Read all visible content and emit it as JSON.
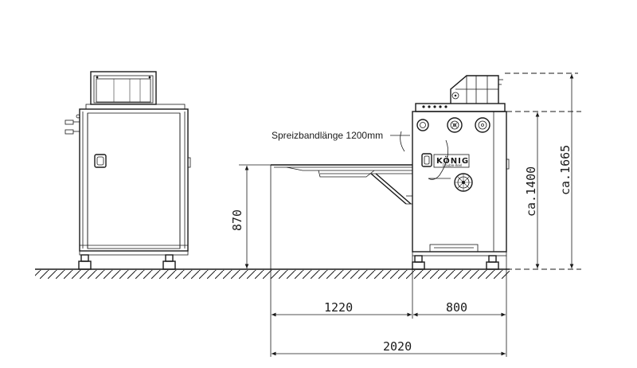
{
  "annotation": {
    "belt_length_label": "Spreizbandlänge 1200mm"
  },
  "machine": {
    "brand": "KÖNIG",
    "brand_sub": "Double-Reel"
  },
  "dimensions": {
    "table_height": "870",
    "belt_projection": "1220",
    "machine_depth": "800",
    "overall_length": "2020",
    "body_height": "ca.1400",
    "total_height": "ca.1665"
  }
}
